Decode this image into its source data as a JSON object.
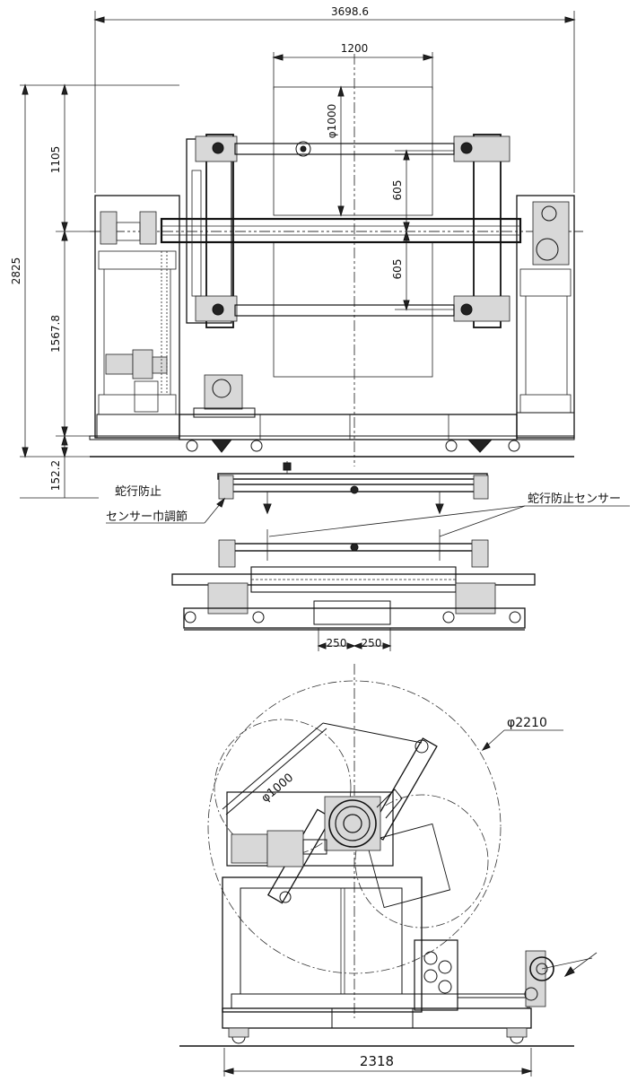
{
  "dimensions": {
    "overall_width": "3698.6",
    "roll_width": "1200",
    "roll_diameter": "φ1000",
    "arm_spacing_upper": "605",
    "arm_spacing_lower": "605",
    "total_height": "2825",
    "upper_height": "1105",
    "lower_height": "1567.8",
    "base_height": "152.2",
    "offset_left": "250",
    "offset_right": "250",
    "swing_diameter": "φ2210",
    "small_diameter": "φ1000",
    "base_width": "2318"
  },
  "labels": {
    "guide_adjust_line1": "蛇行防止",
    "guide_adjust_line2": "センサー巾調節",
    "guide_sensor": "蛇行防止センサー"
  }
}
